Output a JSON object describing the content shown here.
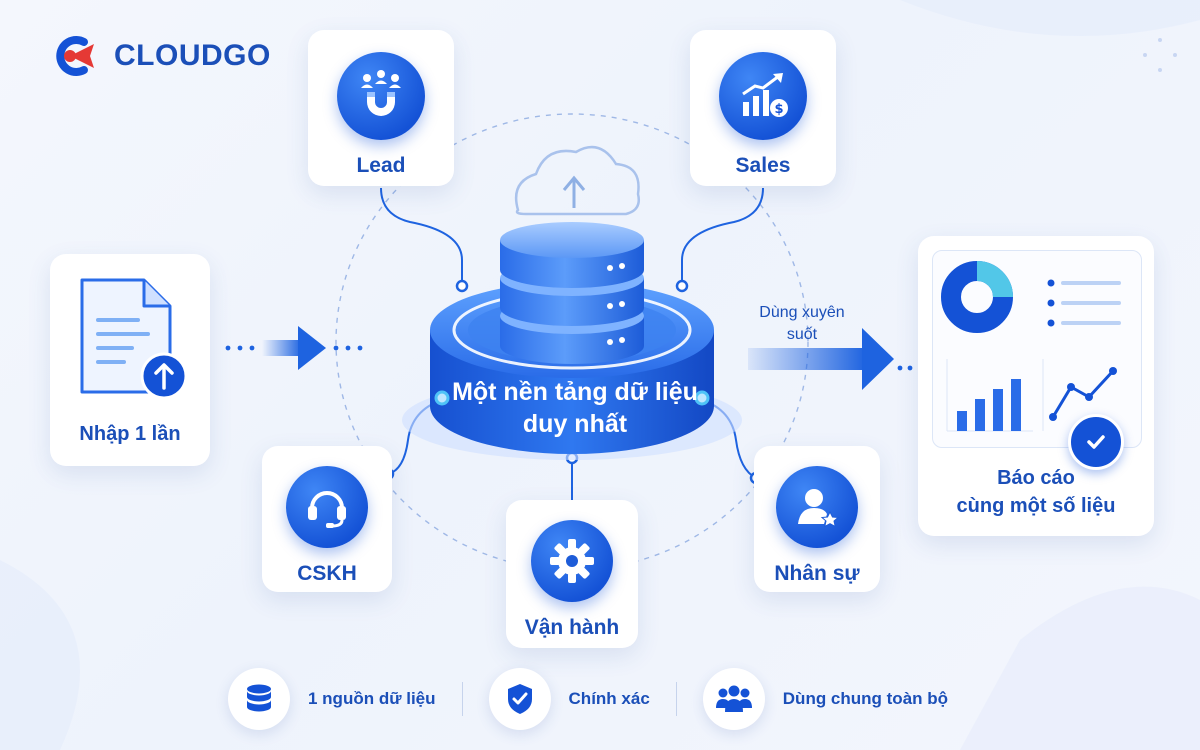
{
  "brand": {
    "name": "CLOUDGO"
  },
  "colors": {
    "primary": "#1452d6",
    "primary_light": "#3f86f5",
    "text": "#1b4fb8",
    "cyan": "#52c7e8",
    "logo_red": "#e53935"
  },
  "center": {
    "title": "Một nền tảng dữ liệu duy nhất",
    "icons": [
      "database-icon",
      "cloud-upload-icon"
    ]
  },
  "modules": {
    "lead": {
      "label": "Lead",
      "icon": "magnet-users-icon"
    },
    "sales": {
      "label": "Sales",
      "icon": "bar-chart-dollar-icon"
    },
    "cskh": {
      "label": "CSKH",
      "icon": "headset-icon"
    },
    "van_hanh": {
      "label": "Vận hành",
      "icon": "gear-icon"
    },
    "nhan_su": {
      "label": "Nhân sự",
      "icon": "user-star-icon"
    }
  },
  "input": {
    "label": "Nhập 1 lần",
    "icon": "document-upload-icon"
  },
  "flow": {
    "label": "Dùng xuyên suốt"
  },
  "report": {
    "title_line1": "Báo cáo",
    "title_line2": "cùng một số liệu",
    "icon": "check-icon"
  },
  "bottom": [
    {
      "label": "1 nguồn dữ liệu",
      "icon": "database-icon"
    },
    {
      "label": "Chính xác",
      "icon": "shield-check-icon"
    },
    {
      "label": "Dùng chung toàn bộ",
      "icon": "users-group-icon"
    }
  ]
}
